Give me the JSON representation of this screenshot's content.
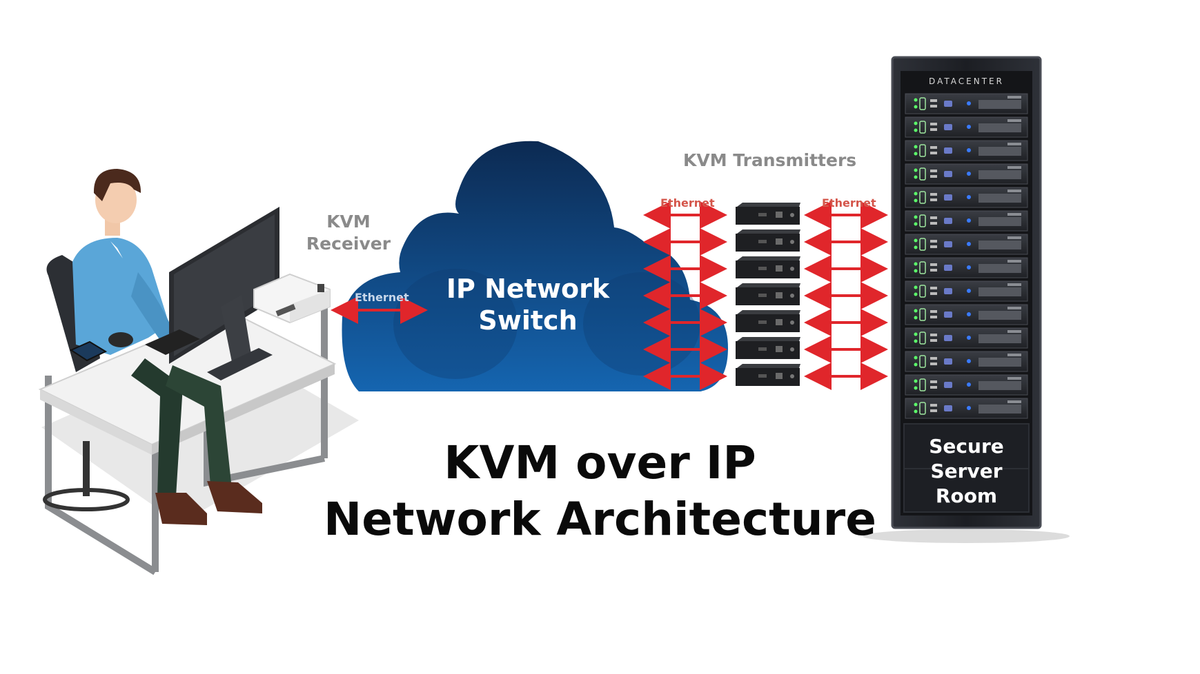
{
  "labels": {
    "kvm_receiver_line1": "KVM",
    "kvm_receiver_line2": "Receiver",
    "kvm_transmitters": "KVM Transmitters",
    "ethernet": "Ethernet",
    "cloud_line1": "IP Network",
    "cloud_line2": "Switch",
    "rack_header": "DATACENTER",
    "rack_line1": "Secure",
    "rack_line2": "Server",
    "rack_line3": "Room"
  },
  "title": {
    "line1": "KVM over IP",
    "line2": "Network Architecture"
  },
  "colors": {
    "arrow": "#e0262b",
    "cloud_top": "#0c2a52",
    "cloud_bottom": "#1565b0",
    "rack": "#23252b",
    "label_gray": "#8a8a8a"
  },
  "counts": {
    "transmitters": 7,
    "server_units": 14
  }
}
